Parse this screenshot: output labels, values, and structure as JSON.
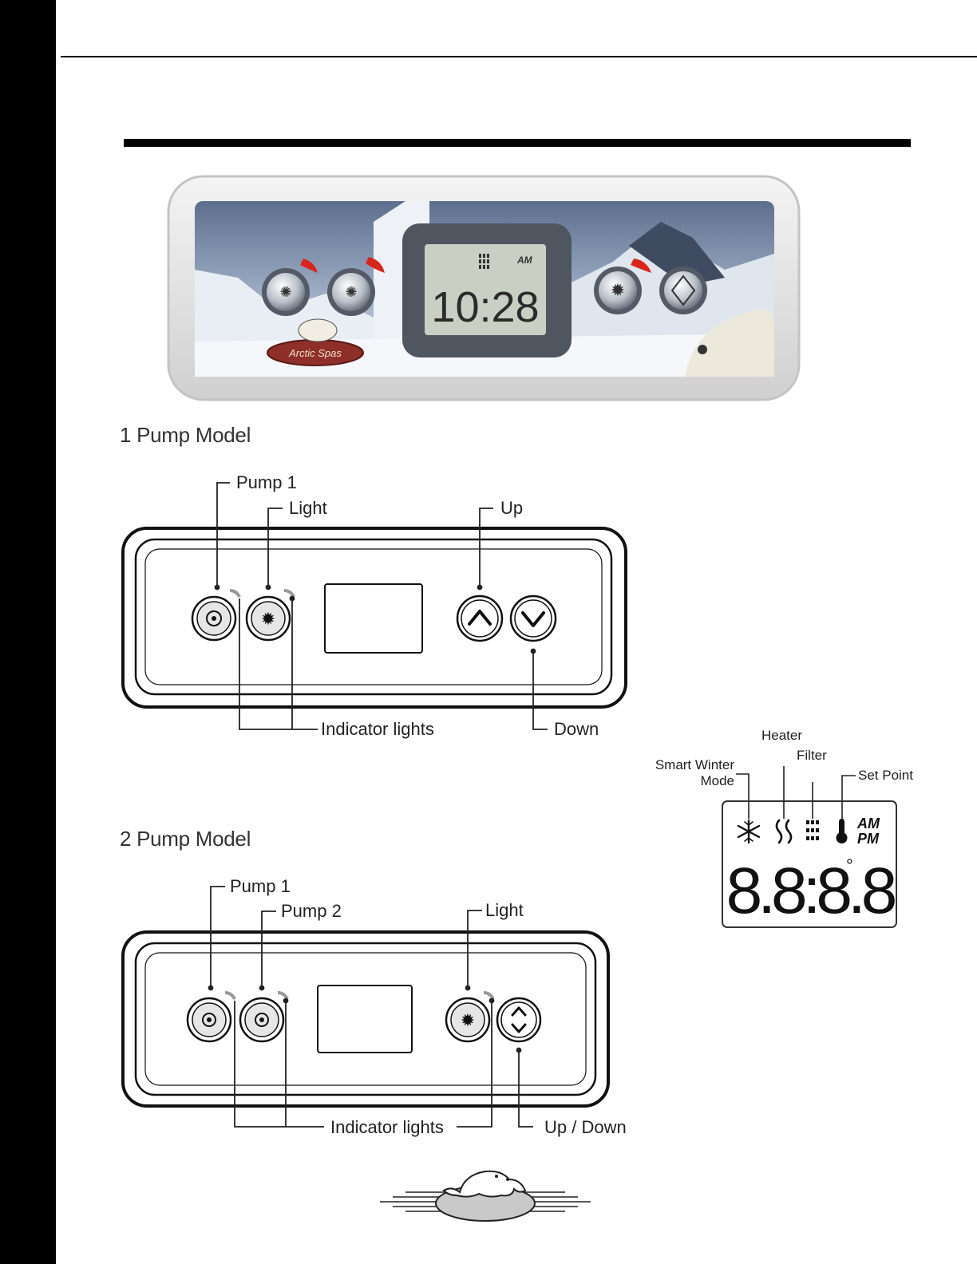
{
  "photo_panel": {
    "lcd_icon": "filter-icon",
    "lcd_ampm": "AM",
    "lcd_time": "10:28",
    "logo_text": "Arctic Spas",
    "buttons": [
      "pump-1-icon",
      "pump-2-icon",
      "light-icon",
      "up-down-icon"
    ]
  },
  "model_1": {
    "title": "1 Pump Model",
    "labels": {
      "pump1": "Pump 1",
      "light": "Light",
      "up": "Up",
      "indicator": "Indicator lights",
      "down": "Down"
    }
  },
  "model_2": {
    "title": "2 Pump Model",
    "labels": {
      "pump1": "Pump 1",
      "pump2": "Pump 2",
      "light": "Light",
      "indicator": "Indicator lights",
      "updown": "Up / Down"
    }
  },
  "lcd_legend": {
    "smart_winter_line1": "Smart Winter",
    "smart_winter_line2": "Mode",
    "heater": "Heater",
    "filter": "Filter",
    "set_point": "Set Point",
    "am": "AM",
    "pm": "PM",
    "digits": "8.8:8.8",
    "degree": "°"
  },
  "colors": {
    "indicator_red": "#d9251c",
    "lcd_green": "#c9d0c3",
    "panel_border": "#d8d8d8"
  }
}
